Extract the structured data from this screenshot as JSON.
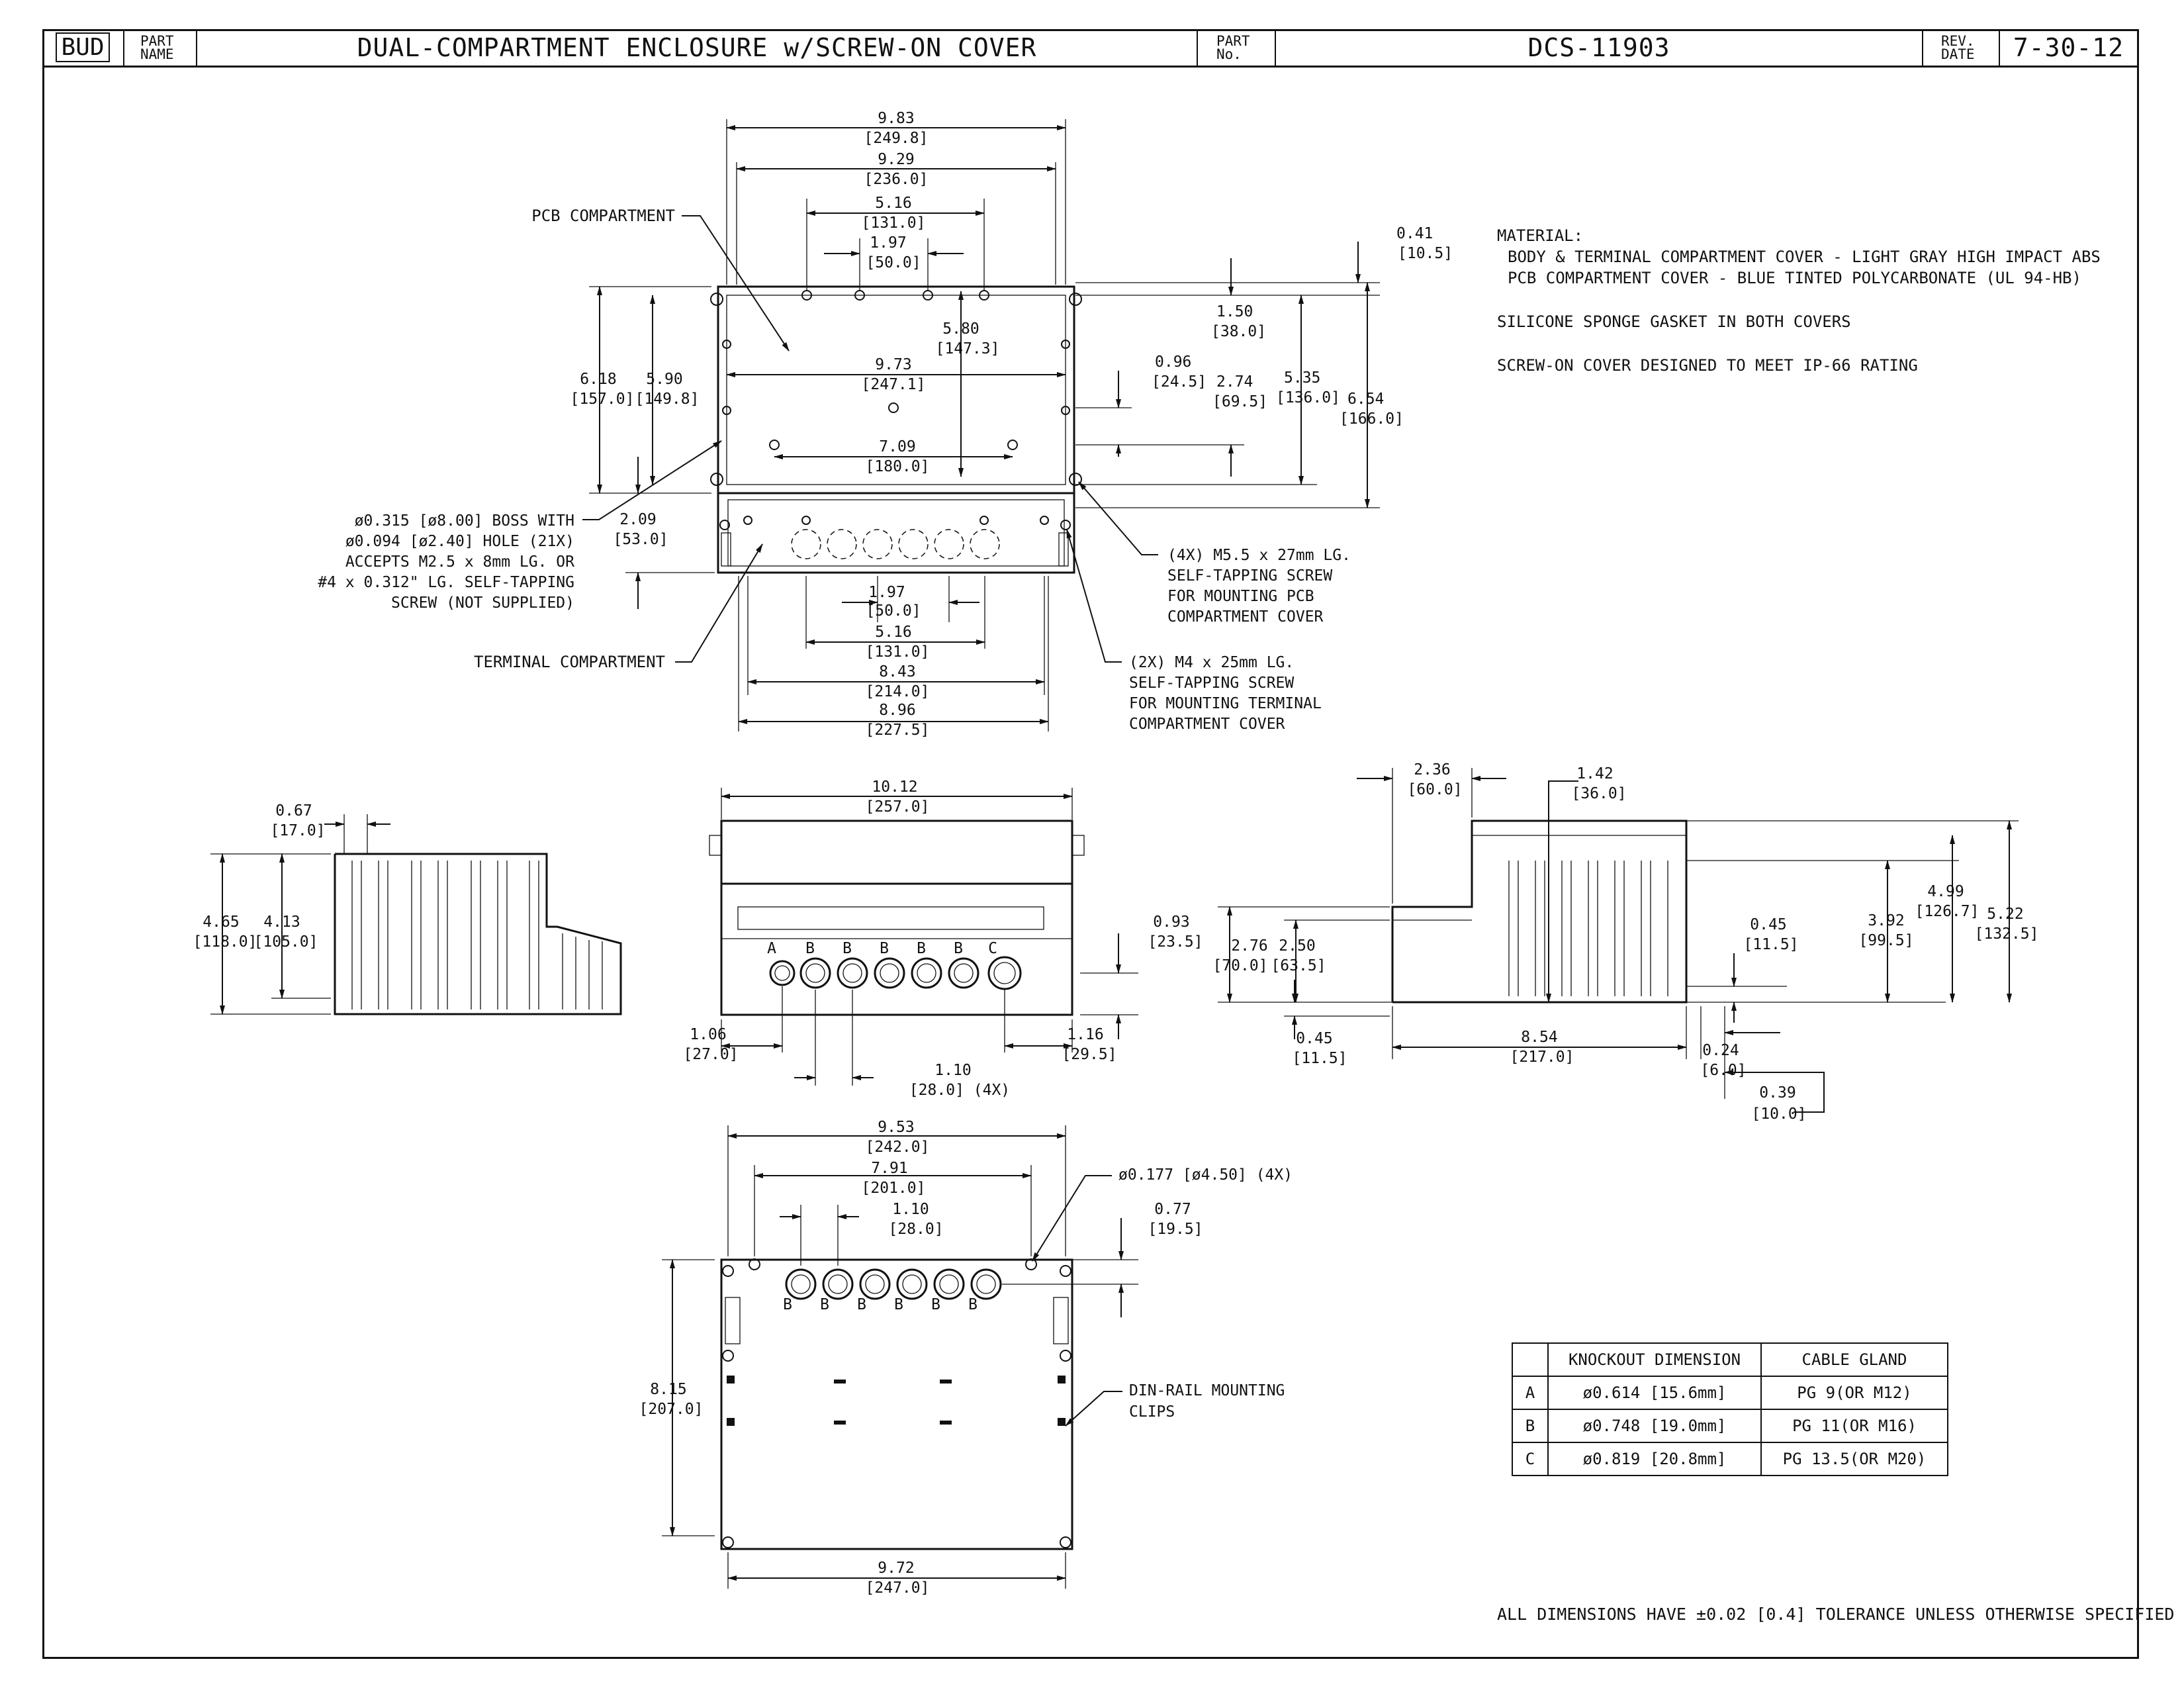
{
  "title_block": {
    "logo": "BUD",
    "part_name_label": "PART NAME",
    "part_name": "DUAL-COMPARTMENT ENCLOSURE w/SCREW-ON COVER",
    "part_no_label": "PART No.",
    "part_no": "DCS-11903",
    "rev_date_label": "REV. DATE",
    "rev_date": "7-30-12"
  },
  "notes": {
    "material_heading": "MATERIAL:",
    "material_line1": "BODY & TERMINAL COMPARTMENT COVER - LIGHT GRAY HIGH IMPACT ABS",
    "material_line2": "PCB COMPARTMENT COVER - BLUE TINTED POLYCARBONATE (UL 94-HB)",
    "gasket": "SILICONE SPONGE GASKET IN BOTH COVERS",
    "rating": "SCREW-ON COVER DESIGNED TO MEET IP-66 RATING",
    "tolerance": "ALL DIMENSIONS HAVE ±0.02 [0.4] TOLERANCE UNLESS OTHERWISE SPECIFIED"
  },
  "callouts": {
    "pcb_compartment": "PCB COMPARTMENT",
    "terminal_compartment": "TERMINAL COMPARTMENT",
    "boss_line1": "ø0.315 [ø8.00] BOSS WITH",
    "boss_line2": "ø0.094 [ø2.40] HOLE (21X)",
    "boss_line3": "ACCEPTS M2.5 x 8mm LG. OR",
    "boss_line4": "#4 x 0.312\" LG. SELF-TAPPING",
    "boss_line5": "SCREW (NOT SUPPLIED)",
    "m55_line1": "(4X) M5.5 x 27mm LG.",
    "m55_line2": "SELF-TAPPING SCREW",
    "m55_line3": "FOR MOUNTING PCB",
    "m55_line4": "COMPARTMENT COVER",
    "m4_line1": "(2X) M4 x 25mm LG.",
    "m4_line2": "SELF-TAPPING SCREW",
    "m4_line3": "FOR MOUNTING TERMINAL",
    "m4_line4": "COMPARTMENT COVER",
    "din_line1": "DIN-RAIL MOUNTING",
    "din_line2": "CLIPS",
    "hole": "ø0.177 [ø4.50] (4X)"
  },
  "dims_top": {
    "d983": "9.83",
    "d983m": "[249.8]",
    "d929": "9.29",
    "d929m": "[236.0]",
    "d516": "5.16",
    "d516m": "[131.0]",
    "d197": "1.97",
    "d197m": "[50.0]",
    "d580": "5.80",
    "d580m": "[147.3]",
    "d973": "9.73",
    "d973m": "[247.1]",
    "d709": "7.09",
    "d709m": "[180.0]",
    "d618": "6.18",
    "d618m": "[157.0]",
    "d590": "5.90",
    "d590m": "[149.8]",
    "d209": "2.09",
    "d209m": "[53.0]",
    "d041": "0.41",
    "d041m": "[10.5]",
    "d150": "1.50",
    "d150m": "[38.0]",
    "d096": "0.96",
    "d096m": "[24.5]",
    "d274": "2.74",
    "d274m": "[69.5]",
    "d535": "5.35",
    "d535m": "[136.0]",
    "d654": "6.54",
    "d654m": "[166.0]",
    "b197": "1.97",
    "b197m": "[50.0]",
    "b516": "5.16",
    "b516m": "[131.0]",
    "d843": "8.43",
    "d843m": "[214.0]",
    "d896": "8.96",
    "d896m": "[227.5]"
  },
  "dims_side_left": {
    "d067": "0.67",
    "d067m": "[17.0]",
    "d465": "4.65",
    "d465m": "[118.0]",
    "d413": "4.13",
    "d413m": "[105.0]"
  },
  "dims_front": {
    "d1012": "10.12",
    "d1012m": "[257.0]",
    "d093": "0.93",
    "d093m": "[23.5]",
    "d106": "1.06",
    "d106m": "[27.0]",
    "d110": "1.10",
    "d110m": "[28.0] (4X)",
    "d116": "1.16",
    "d116m": "[29.5]",
    "labels": [
      "A",
      "B",
      "B",
      "B",
      "B",
      "B",
      "C"
    ]
  },
  "dims_side_right": {
    "d236": "2.36",
    "d236m": "[60.0]",
    "d142": "1.42",
    "d142m": "[36.0]",
    "d276": "2.76",
    "d276m": "[70.0]",
    "d250": "2.50",
    "d250m": "[63.5]",
    "d045a": "0.45",
    "d045am": "[11.5]",
    "d045b": "0.45",
    "d045bm": "[11.5]",
    "d392": "3.92",
    "d392m": "[99.5]",
    "d499": "4.99",
    "d499m": "[126.7]",
    "d522": "5.22",
    "d522m": "[132.5]",
    "d854": "8.54",
    "d854m": "[217.0]",
    "d024": "0.24",
    "d024m": "[6.0]",
    "d039": "0.39",
    "d039m": "[10.0]"
  },
  "dims_bottom": {
    "d953": "9.53",
    "d953m": "[242.0]",
    "d791": "7.91",
    "d791m": "[201.0]",
    "d110": "1.10",
    "d110m": "[28.0]",
    "d077": "0.77",
    "d077m": "[19.5]",
    "d815": "8.15",
    "d815m": "[207.0]",
    "d972": "9.72",
    "d972m": "[247.0]",
    "labels": [
      "B",
      "B",
      "B",
      "B",
      "B",
      "B"
    ]
  },
  "knockout_table": {
    "headers": [
      "",
      "KNOCKOUT DIMENSION",
      "CABLE GLAND"
    ],
    "rows": [
      [
        "A",
        "ø0.614 [15.6mm]",
        "PG 9(OR M12)"
      ],
      [
        "B",
        "ø0.748 [19.0mm]",
        "PG 11(OR M16)"
      ],
      [
        "C",
        "ø0.819 [20.8mm]",
        "PG 13.5(OR M20)"
      ]
    ]
  }
}
